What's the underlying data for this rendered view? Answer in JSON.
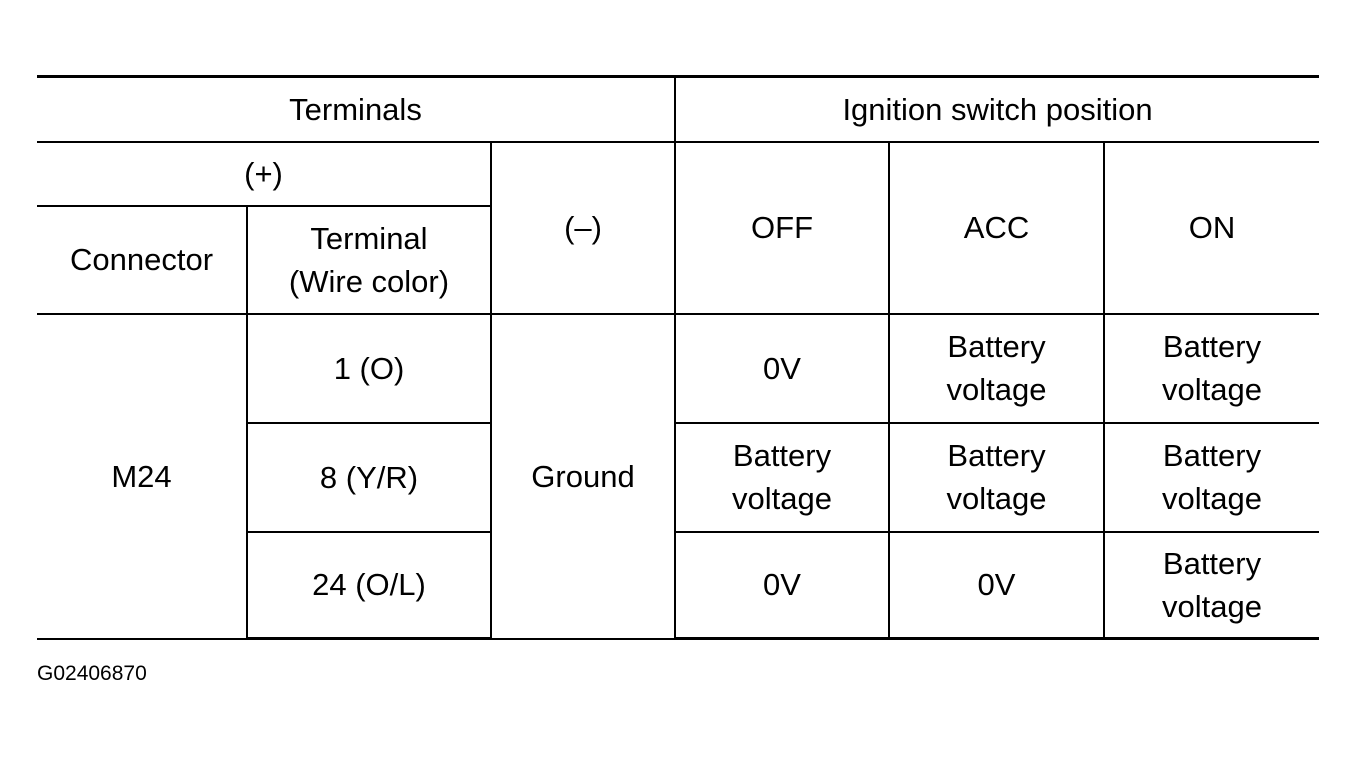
{
  "table": {
    "header": {
      "terminals": "Terminals",
      "ignition_switch_position": "Ignition switch position",
      "plus": "(+)",
      "minus": "(–)",
      "connector": "Connector",
      "terminal_wire_color": "Terminal\n(Wire color)",
      "off": "OFF",
      "acc": "ACC",
      "on": "ON"
    },
    "connector": "M24",
    "negative": "Ground",
    "rows": [
      {
        "terminal": "1 (O)",
        "off": "0V",
        "acc": "Battery\nvoltage",
        "on": "Battery\nvoltage"
      },
      {
        "terminal": "8 (Y/R)",
        "off": "Battery\nvoltage",
        "acc": "Battery\nvoltage",
        "on": "Battery\nvoltage"
      },
      {
        "terminal": "24 (O/L)",
        "off": "0V",
        "acc": "0V",
        "on": "Battery\nvoltage"
      }
    ]
  },
  "figure_id": "G02406870"
}
